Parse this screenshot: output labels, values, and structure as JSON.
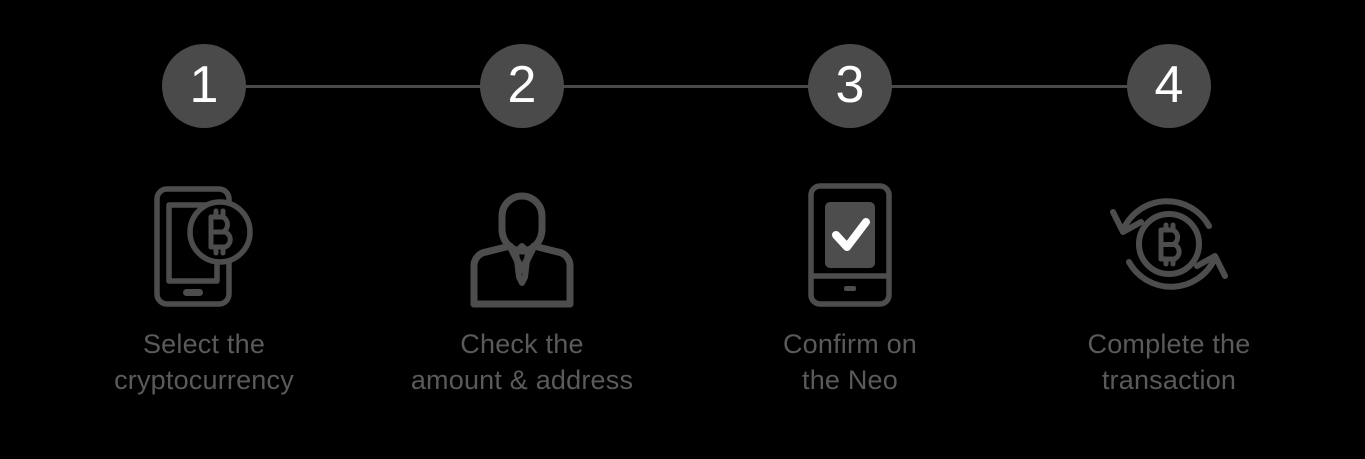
{
  "background_color": "#000000",
  "accent_color": "#4a4a4a",
  "icon_stroke_color": "#4d4d4d",
  "caption_color": "#5a5a5a",
  "number_color": "#ffffff",
  "progress": {
    "steps": [
      {
        "number": "1"
      },
      {
        "number": "2"
      },
      {
        "number": "3"
      },
      {
        "number": "4"
      }
    ]
  },
  "steps": [
    {
      "icon": "phone-bitcoin-icon",
      "caption_line1": "Select the",
      "caption_line2": "cryptocurrency"
    },
    {
      "icon": "person-suit-icon",
      "caption_line1": "Check the",
      "caption_line2": "amount & address"
    },
    {
      "icon": "device-checkmark-icon",
      "caption_line1": "Confirm on",
      "caption_line2": "the Neo"
    },
    {
      "icon": "bitcoin-exchange-arrows-icon",
      "caption_line1": "Complete the",
      "caption_line2": "transaction"
    }
  ]
}
